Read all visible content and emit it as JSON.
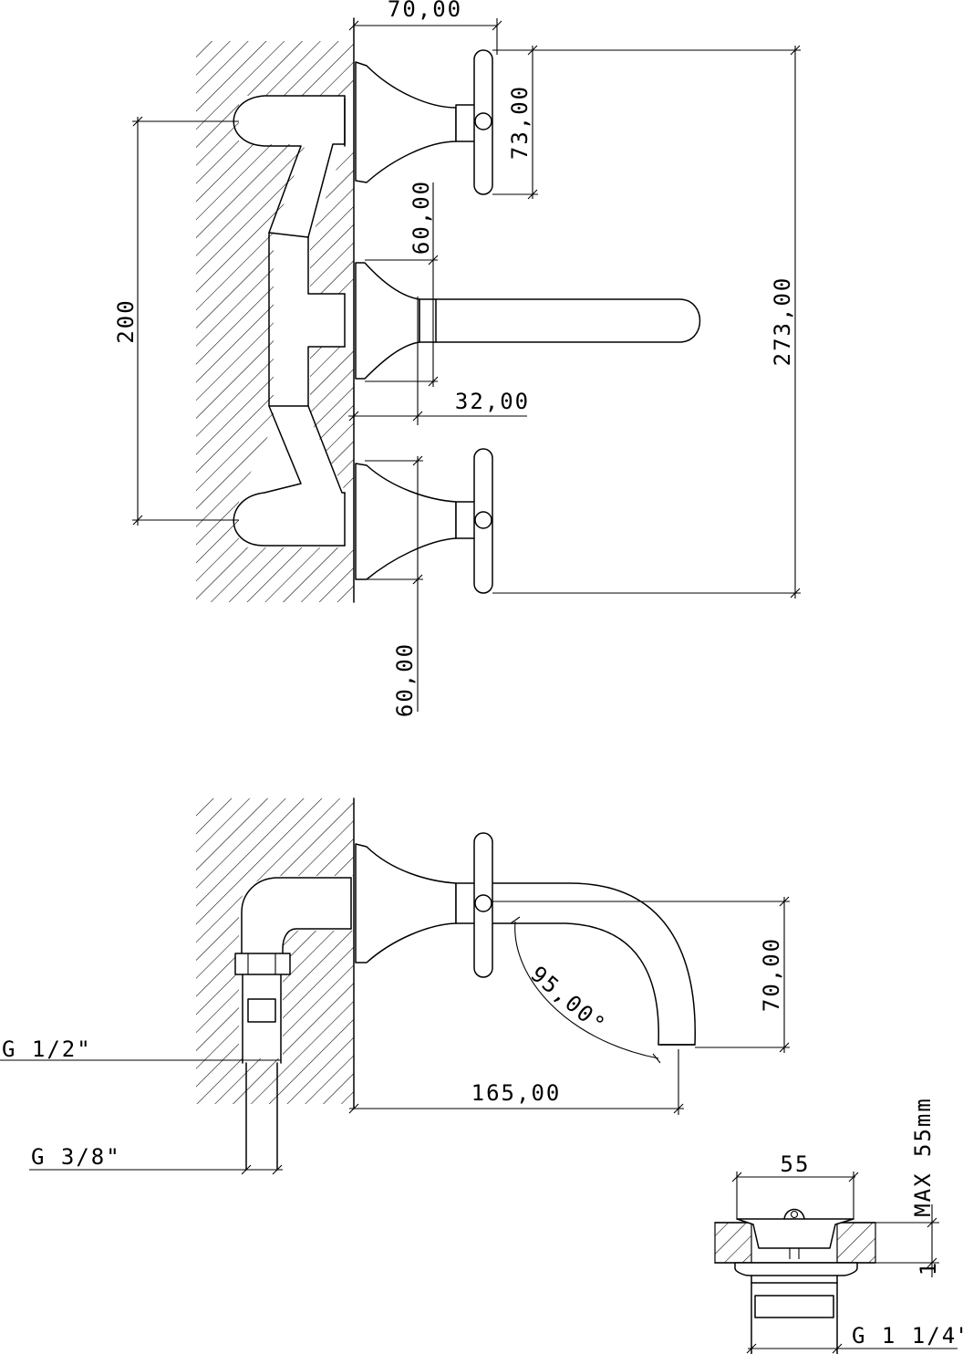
{
  "dimensions": {
    "top_width": "70,00",
    "handle_height": "73,00",
    "total_height": "273,00",
    "centers_distance": "200",
    "spout_body_height": "60,00",
    "spout_depth": "32,00",
    "lower_body_height": "60,00",
    "spout_height": "70,00",
    "spout_angle": "95,00°",
    "projection": "165,00",
    "drain_width": "55",
    "drain_max": "MAX 55mm",
    "drain_mark": "1"
  },
  "threads": {
    "inlet_main": "G 1/2\"",
    "inlet_secondary": "G 3/8\"",
    "drain": "G 1 1/4\""
  }
}
